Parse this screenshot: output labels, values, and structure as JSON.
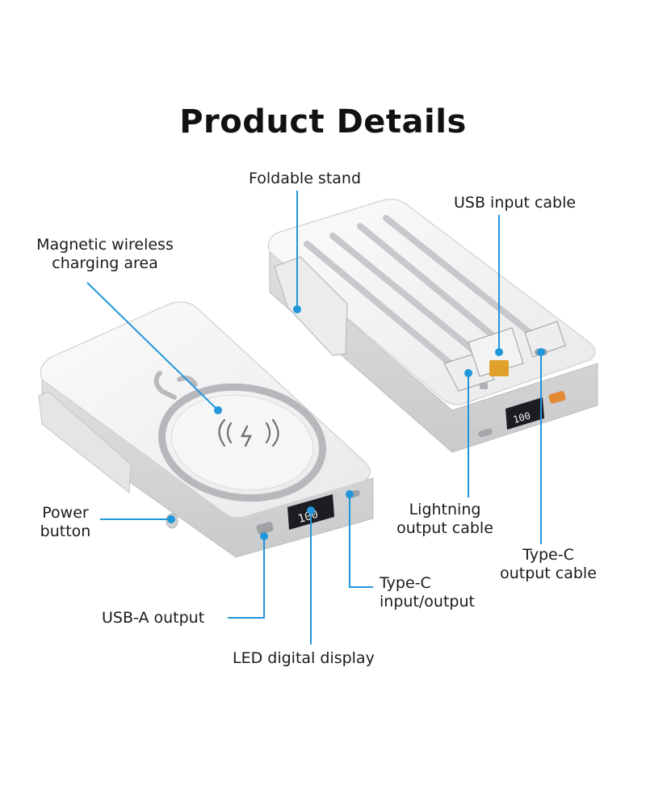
{
  "title": "Product Details",
  "accent_color": "#2196d9",
  "labels": {
    "foldable_stand": "Foldable stand",
    "usb_input_cable": "USB input cable",
    "magnetic_line1": "Magnetic wireless",
    "magnetic_line2": "charging area",
    "power_line1": "Power",
    "power_line2": "button",
    "lightning_line1": "Lightning",
    "lightning_line2": "output cable",
    "typec_cable_line1": "Type-C",
    "typec_cable_line2": "output cable",
    "typec_io_line1": "Type-C",
    "typec_io_line2": "input/output",
    "usba_output": "USB-A output",
    "led_display": "LED digital display"
  },
  "icons": {
    "left_device": "power-bank-front-icon",
    "right_device": "power-bank-back-icon",
    "wireless_symbol": "wireless-charging-icon"
  }
}
